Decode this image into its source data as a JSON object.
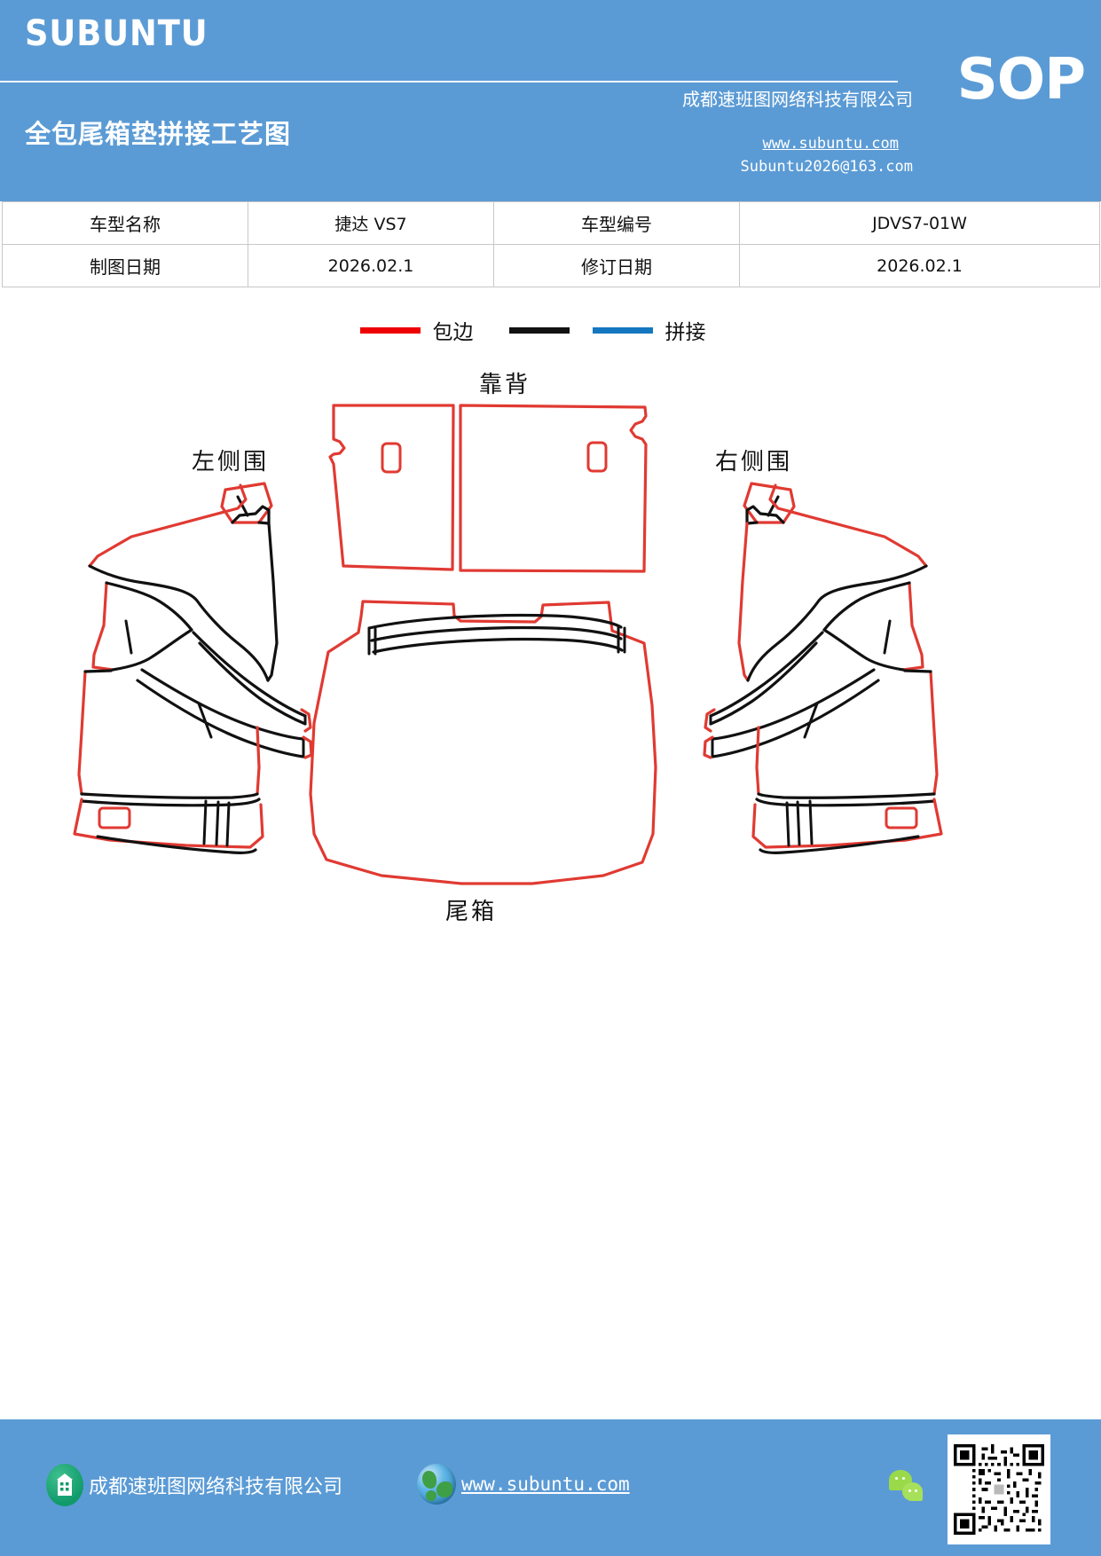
{
  "header": {
    "brand": "SUBUNTU",
    "doc_title": "全包尾箱垫拼接工艺图",
    "badge": "SOP",
    "company": "成都速班图网络科技有限公司",
    "website": "www.subuntu.com",
    "email": "Subuntu2026@163.com"
  },
  "info_table": {
    "rows": [
      {
        "key1": "车型名称",
        "val1": "捷达 VS7",
        "key2": "车型编号",
        "val2": "JDVS7-01W"
      },
      {
        "key1": "制图日期",
        "val1": "2026.02.1",
        "key2": "修订日期",
        "val2": "2026.02.1"
      }
    ]
  },
  "legend": {
    "items": [
      {
        "color": "#ee0000",
        "label": "包边",
        "name": "binding"
      },
      {
        "color": "#111111",
        "label": "",
        "name": "seam-black"
      },
      {
        "color": "#1577c0",
        "label": "拼接",
        "name": "splice"
      }
    ],
    "binding_label": "包边",
    "splice_label": "拼接"
  },
  "drawing": {
    "labels": {
      "backrest": "靠背",
      "left_side": "左侧围",
      "right_side": "右侧围",
      "trunk": "尾箱"
    },
    "colors": {
      "binding": "#e03a32",
      "seam": "#111111",
      "splice": "#1577c0"
    }
  },
  "footer": {
    "company": "成都速班图网络科技有限公司",
    "website": "www.subuntu.com",
    "logo_icon": "building-icon",
    "globe_icon": "globe-icon",
    "wechat_icon": "wechat-icon",
    "qr_icon": "qr-code"
  },
  "theme": {
    "header_blue": "#5b9bd5",
    "binding_red": "#e03a32",
    "seam_black": "#111111",
    "splice_blue": "#1577c0"
  }
}
